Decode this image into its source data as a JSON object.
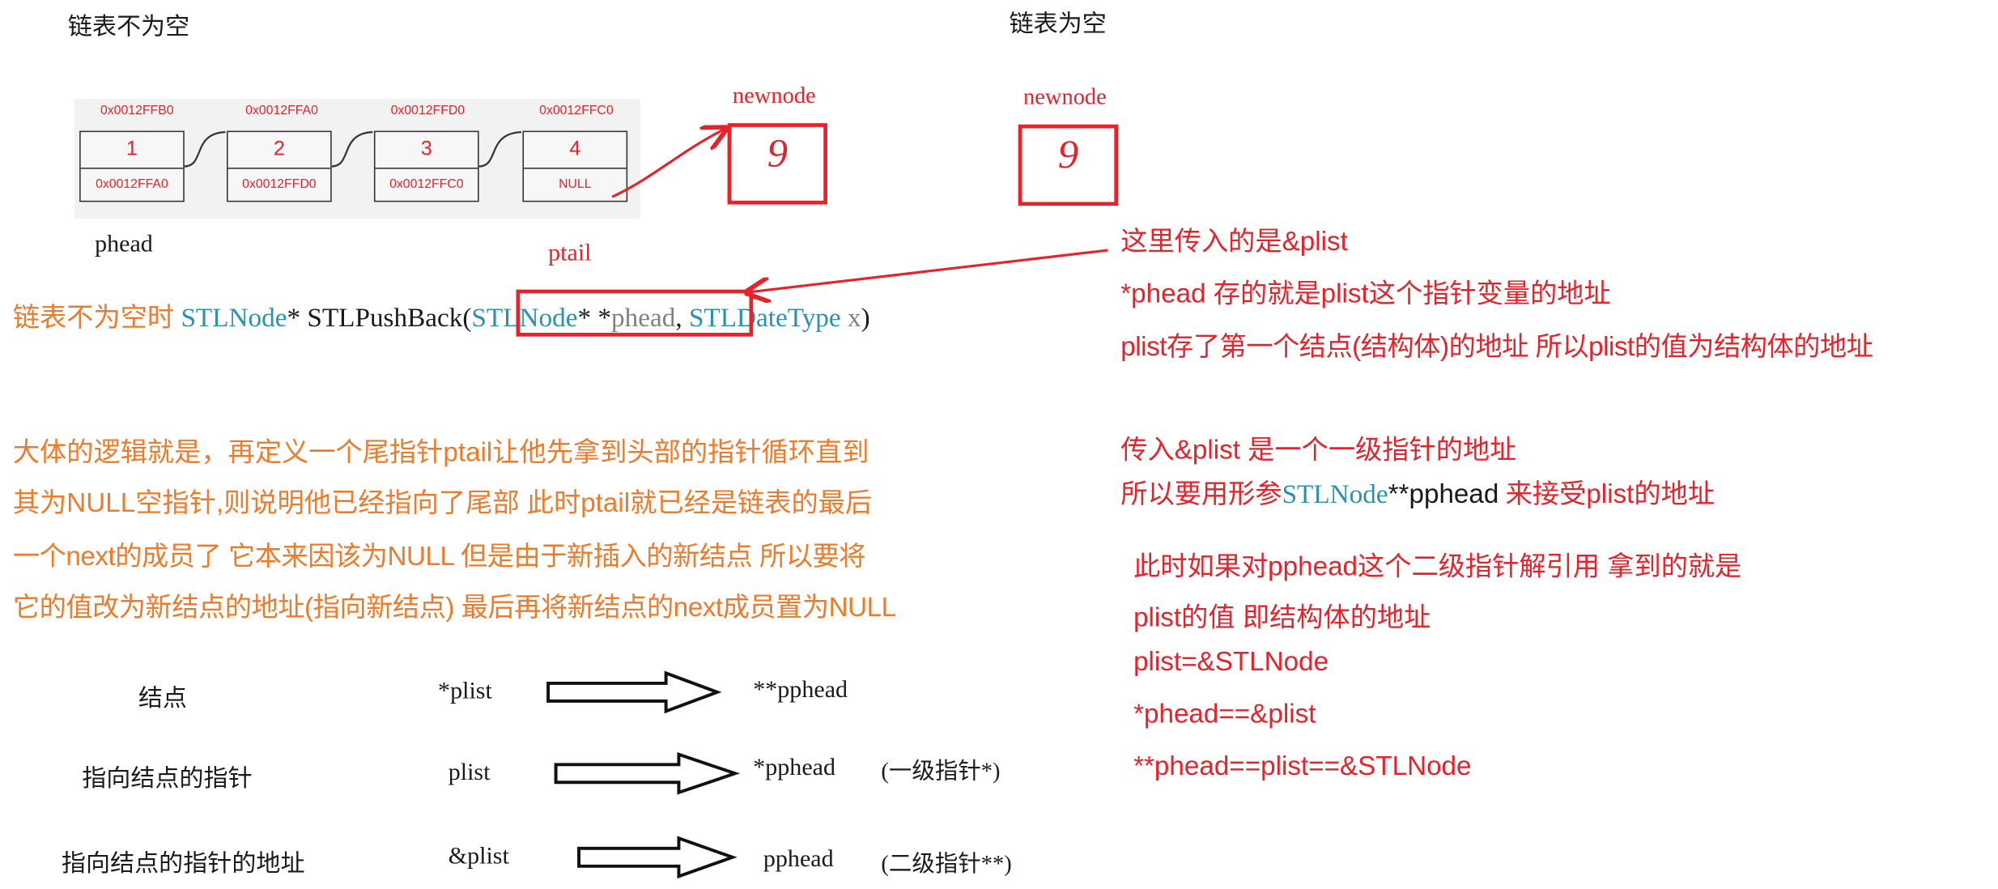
{
  "headings": {
    "non_empty": "链表不为空",
    "empty": "链表为空"
  },
  "linked_list": {
    "nodes": [
      {
        "address": "0x0012FFB0",
        "value": "1",
        "next": "0x0012FFA0"
      },
      {
        "address": "0x0012FFA0",
        "value": "2",
        "next": "0x0012FFD0"
      },
      {
        "address": "0x0012FFD0",
        "value": "3",
        "next": "0x0012FFC0"
      },
      {
        "address": "0x0012FFC0",
        "value": "4",
        "next": "NULL"
      }
    ],
    "phead_label": "phead",
    "ptail_label": "ptail",
    "newnode_label": "newnode",
    "newnode_value": "9",
    "empty_newnode_label": "newnode",
    "empty_newnode_value": "9"
  },
  "signature": {
    "prefix": "链表不为空时",
    "return_type": "STLNode",
    "star1": "*",
    "func_name": "STLPushBack(",
    "param_type": "STLNode",
    "param_stars": "* *",
    "param_name": "phead",
    "comma": ",",
    "param2_type": "STLDateType",
    "param2_name": "x",
    "close": ")"
  },
  "explanation": [
    "大体的逻辑就是，再定义一个尾指针ptail让他先拿到头部的指针循环直到",
    "其为NULL空指针,则说明他已经指向了尾部 此时ptail就已经是链表的最后",
    "一个next的成员了 它本来因该为NULL 但是由于新插入的新结点 所以要将",
    "它的值改为新结点的地址(指向新结点) 最后再将新结点的next成员置为NULL"
  ],
  "mapping": [
    {
      "label": "结点",
      "left": "*plist",
      "right": "**pphead",
      "note": ""
    },
    {
      "label": "指向结点的指针",
      "left": "plist",
      "right": "*pphead",
      "note": "(一级指针*)"
    },
    {
      "label": "指向结点的指针的地址",
      "left": "&plist",
      "right": "pphead",
      "note": "(二级指针**)"
    }
  ],
  "notes_top": [
    "这里传入的是&plist",
    "*phead 存的就是plist这个指针变量的地址",
    "plist存了第一个结点(结构体)的地址 所以plist的值为结构体的地址"
  ],
  "notes_mid": {
    "line1": "传入&plist 是一个一级指针的地址",
    "line2_prefix": "所以要用形参",
    "line2_type": "STLNode",
    "line2_stars": "**",
    "line2_name": "pphead",
    "line2_suffix": "来接受plist的地址"
  },
  "notes_bottom": [
    "此时如果对pphead这个二级指针解引用 拿到的就是",
    "plist的值 即结构体的地址",
    "plist=&STLNode",
    "*phead==&plist",
    "**phead==plist==&STLNode"
  ],
  "colors": {
    "red": "#e8222a",
    "orange": "#f07a2a",
    "teal": "#2b91af",
    "gray": "#808080",
    "black": "#1a1a1a"
  }
}
